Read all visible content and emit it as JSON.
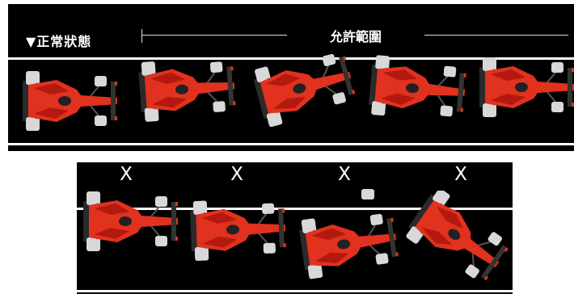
{
  "top_panel": {
    "normal_label": "▼正常狀態",
    "allowed_label": "允許範圍"
  },
  "bottom_panel": {
    "x_marks": [
      "X",
      "X",
      "X",
      "X"
    ]
  },
  "icons": {
    "car": "f1-car-topview-icon"
  },
  "colors": {
    "background": "#000000",
    "lane_line": "#ffffff",
    "car_body": "#e0321e",
    "car_dark": "#b4190f",
    "tire": "#d8d8d8"
  }
}
